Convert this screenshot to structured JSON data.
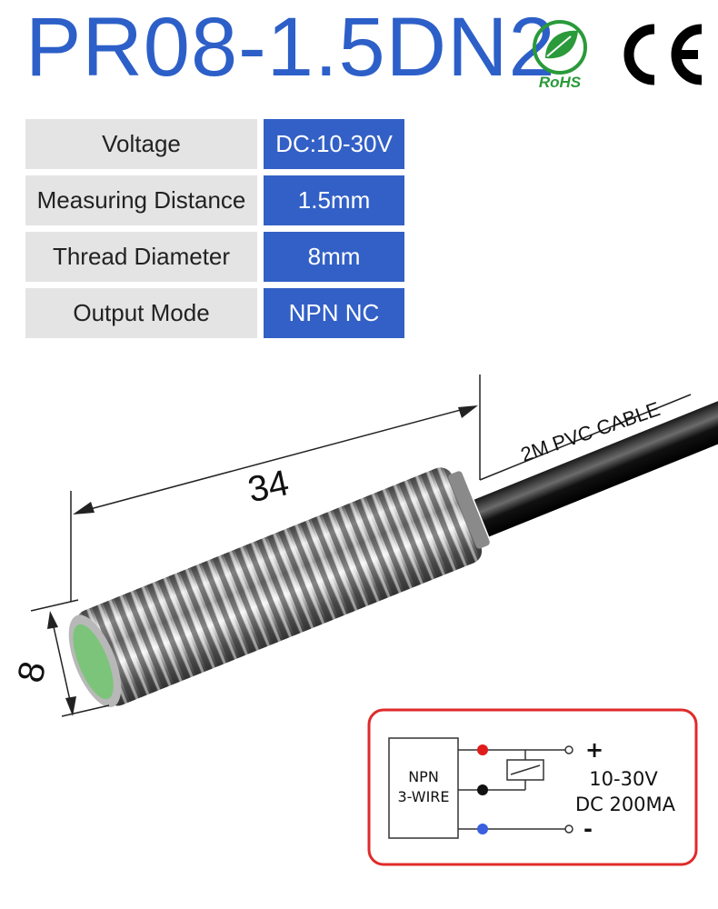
{
  "title": "PR08-1.5DN2",
  "badges": {
    "rohs_text": "RoHS",
    "ce_text": "CE"
  },
  "specs": [
    {
      "label": "Voltage",
      "value": "DC:10-30V"
    },
    {
      "label": "Measuring Distance",
      "value": "1.5mm"
    },
    {
      "label": "Thread Diameter",
      "value": "8mm"
    },
    {
      "label": "Output Mode",
      "value": "NPN NC"
    }
  ],
  "diagram": {
    "length_label": "34",
    "diameter_label": "8",
    "cable_label": "2M PVC CABLE"
  },
  "circuit": {
    "box_line1": "NPN",
    "box_line2": "3-WIRE",
    "plus": "+",
    "minus": "-",
    "voltage": "10-30V",
    "current": "DC 200MA"
  },
  "colors": {
    "title_blue": "#2d5fc8",
    "value_blue": "#3360c6",
    "label_gray": "#e4e4e4",
    "circuit_border": "#e02a2a",
    "wire_red": "#e01b1b",
    "wire_blue": "#3a5fe0",
    "sensor_face": "#7cc47a",
    "rohs_green": "#2a9a3a"
  }
}
